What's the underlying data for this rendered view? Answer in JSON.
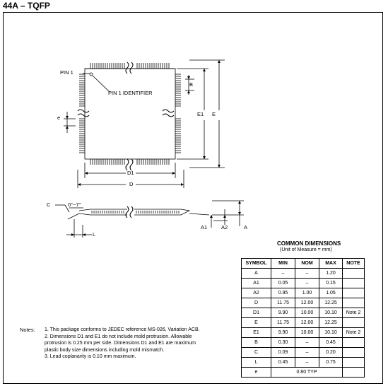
{
  "title": "44A – TQFP",
  "labels": {
    "pin1": "PIN 1",
    "pin1_identifier": "PIN 1 IDENTIFIER",
    "b": "B",
    "e": "e",
    "e1": "E1",
    "e_big": "E",
    "d1": "D1",
    "d": "D",
    "c": "C",
    "angle": "0°~7°",
    "l": "L",
    "a1": "A1",
    "a2": "A2",
    "a": "A"
  },
  "common_dimensions": {
    "title": "COMMON DIMENSIONS",
    "subtitle": "(Unit of Measure = mm)",
    "headers": [
      "SYMBOL",
      "MIN",
      "NOM",
      "MAX",
      "NOTE"
    ],
    "rows": [
      [
        "A",
        "–",
        "–",
        "1.20",
        ""
      ],
      [
        "A1",
        "0.05",
        "–",
        "0.15",
        ""
      ],
      [
        "A2",
        "0.95",
        "1.00",
        "1.05",
        ""
      ],
      [
        "D",
        "11.75",
        "12.00",
        "12.25",
        ""
      ],
      [
        "D1",
        "9.90",
        "10.00",
        "10.10",
        "Note 2"
      ],
      [
        "E",
        "11.75",
        "12.00",
        "12.25",
        ""
      ],
      [
        "E1",
        "9.90",
        "10.00",
        "10.10",
        "Note 2"
      ],
      [
        "B",
        "0.30",
        "–",
        "0.45",
        ""
      ],
      [
        "C",
        "0.09",
        "–",
        "0.20",
        ""
      ],
      [
        "L",
        "0.45",
        "–",
        "0.75",
        ""
      ]
    ],
    "last_row": {
      "symbol": "e",
      "value": "0.80 TYP"
    }
  },
  "notes": {
    "heading": "Notes:",
    "lines": [
      "1. This package conforms to JEDEC reference MS-026, Variation ACB.",
      "2. Dimensions D1 and E1 do not include mold protrusion.  Allowable",
      "    protrusion is 0.25 mm per side. Dimensions D1 and E1 are maximum",
      "    plastic body size dimensions including mold mismatch.",
      "3. Lead coplanarity is 0.10 mm maximum."
    ]
  }
}
